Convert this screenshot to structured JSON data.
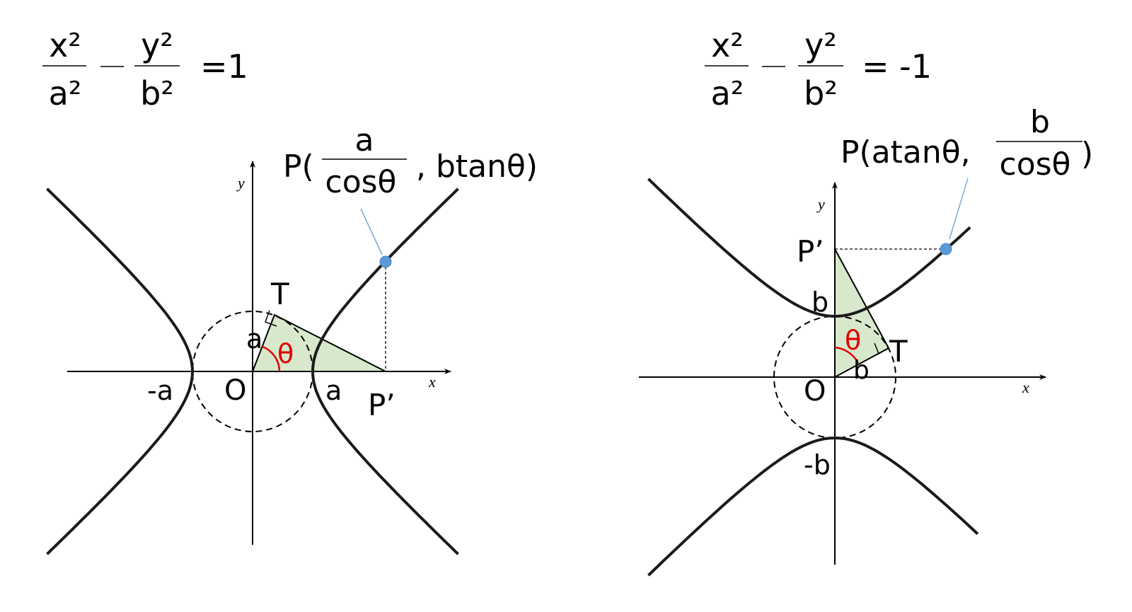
{
  "left": {
    "equation": {
      "num1": "x²",
      "den1": "a²",
      "minus": "−",
      "num2": "y²",
      "den2": "b²",
      "rhs": "=1"
    },
    "point_label": {
      "prefix": "P(",
      "frac_num": "a",
      "frac_den": "cosθ",
      "suffix": ", btanθ)"
    },
    "labels": {
      "T": "T",
      "a_side": "a",
      "theta": "θ",
      "neg_a": "-a",
      "O": "O",
      "a_axis": "a",
      "P_prime": "P’",
      "x": "x",
      "y": "y"
    }
  },
  "right": {
    "equation": {
      "num1": "x²",
      "den1": "a²",
      "minus": "−",
      "num2": "y²",
      "den2": "b²",
      "rhs": "= -1"
    },
    "point_label": {
      "prefix": "P(atanθ,",
      "frac_num": "b",
      "frac_den": "cosθ",
      "suffix": ")"
    },
    "labels": {
      "P_prime": "P’",
      "b_axis": "b",
      "theta": "θ",
      "T": "T",
      "b_side": "b",
      "O": "O",
      "neg_b": "-b",
      "x": "x",
      "y": "y"
    }
  },
  "colors": {
    "fill": "#d8e8cc",
    "point": "#5b9bd5",
    "angle": "#e00000"
  }
}
